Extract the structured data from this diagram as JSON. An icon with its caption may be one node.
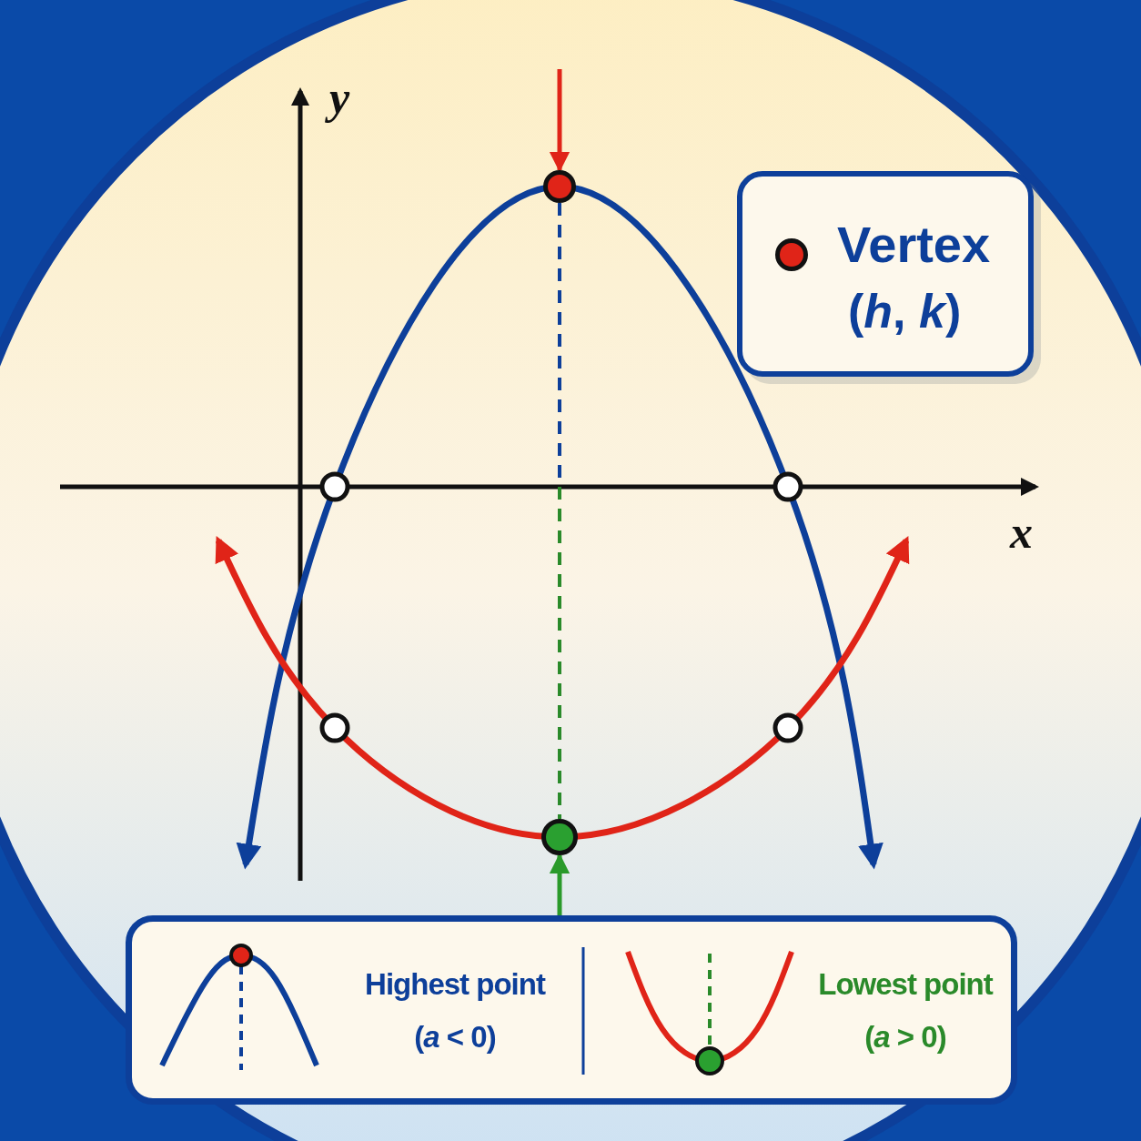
{
  "diagram": {
    "nodes": [
      {
        "text": [
          "Vertex",
          "(*h*, *k*)"
        ]
      },
      {
        "text": [],
        "shape": "circle"
      },
      {
        "text": [],
        "shape": "circle"
      },
      {
        "text": [
          "Highest point",
          "(*a* < 0)",
          "Lowest point",
          "(*a* > 0)"
        ]
      }
    ],
    "edges": [
      {
        "from": null,
        "to": 1,
        "arrow": "to",
        "color": "#e02418"
      },
      {
        "from": 3,
        "to": 2,
        "arrow": "to",
        "color": "#2a9a2a"
      },
      {
        "from": 1,
        "to": 2,
        "arrow": "none",
        "style": "dashed"
      }
    ],
    "labels": [
      "y",
      "x"
    ]
  }
}
